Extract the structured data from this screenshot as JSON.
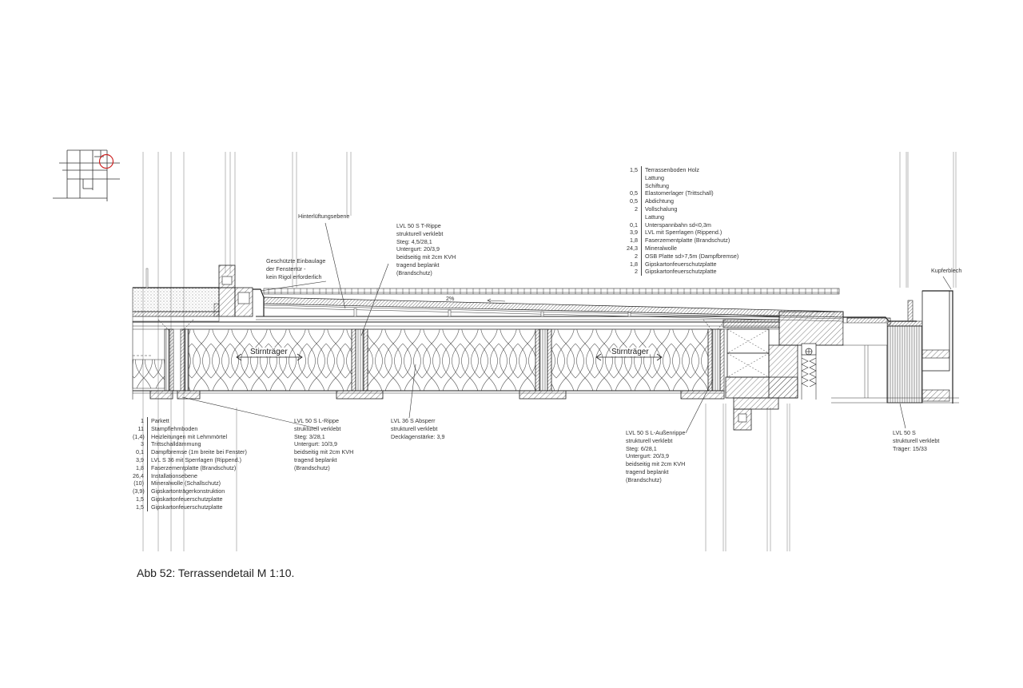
{
  "caption": "Abb 52: Terrassendetail M 1:10.",
  "slope_label": "2%",
  "beam_labels": [
    "Stirnträger",
    "Stirnträger"
  ],
  "interior_layers": [
    {
      "t": "1",
      "d": "Parkett"
    },
    {
      "t": "11",
      "d": "Stampflehmboden"
    },
    {
      "t": "(1,4)",
      "d": "Heizleitungen mit Lehmmörtel"
    },
    {
      "t": "3",
      "d": "Trittschalldämmung"
    },
    {
      "t": "0,1",
      "d": "Dampfbremse (1m breite bei Fenster)"
    },
    {
      "t": "3,9",
      "d": "LVL S 36 mit Sperrlagen (Rippend.)"
    },
    {
      "t": "1,8",
      "d": "Faserzementplatte (Brandschutz)"
    },
    {
      "t": "26,4",
      "d": "Installationsebene"
    },
    {
      "t": "(10)",
      "d": "Mineralwolle (Schallschutz)"
    },
    {
      "t": "(3,9)",
      "d": "Gipskartonträgerkonstruktion"
    },
    {
      "t": "1,5",
      "d": "Gipskartonfeuerschutzplatte"
    },
    {
      "t": "1,5",
      "d": "Gipskartonfeuerschutzplatte"
    }
  ],
  "terrace_layers": [
    {
      "t": "1,5",
      "d": "Terrassenboden Holz"
    },
    {
      "t": "",
      "d": "Lattung"
    },
    {
      "t": "",
      "d": "Schiftung"
    },
    {
      "t": "0,5",
      "d": "Elastomerlager (Trittschall)"
    },
    {
      "t": "0,5",
      "d": "Abdichtung"
    },
    {
      "t": "2",
      "d": "Vollschalung"
    },
    {
      "t": "",
      "d": "Lattung"
    },
    {
      "t": "0,1",
      "d": "Unterspannbahn sd<0,3m"
    },
    {
      "t": "3,9",
      "d": "LVL mit Sperrlagen (Rippend.)"
    },
    {
      "t": "1,8",
      "d": "Faserzementplatte (Brandschutz)"
    },
    {
      "t": "24,3",
      "d": "Mineralwolle"
    },
    {
      "t": "2",
      "d": "OSB Platte sd>7,5m (Dampfbremse)"
    },
    {
      "t": "1,8",
      "d": "Gipskartonfeuerschutzplatte"
    },
    {
      "t": "2",
      "d": "Gipskartonfeuerschutzplatte"
    }
  ],
  "annotations": {
    "hinterlueftung": [
      "Hinterlüftungsebene"
    ],
    "einbaulage": [
      "Geschützte Einbaulage",
      "der Fenstertür -",
      "kein Rigol erforderlich"
    ],
    "t_rippe": [
      "LVL 50 S T-Rippe",
      "strukturell verklebt",
      "Steg: 4,5/28,1",
      "Untergurt: 20/3,9",
      "beidseitig mit 2cm KVH",
      "tragend beplankt",
      "(Brandschutz)"
    ],
    "kupferblech": [
      "Kupferblech"
    ],
    "l_rippe": [
      "LVL 50 S L-Rippe",
      "strukturell verklebt",
      "Steg: 3/28,1",
      "Untergurt: 10/3,9",
      "beidseitig mit 2cm KVH",
      "tragend beplankt",
      "(Brandschutz)"
    ],
    "absperr": [
      "LVL 36 S Absperr",
      "strukturell verklebt",
      "Decklagenstärke: 3,9"
    ],
    "aussenrippe": [
      "LVL 50 S L-Außenrippe",
      "strukturell verklebt",
      "Steg: 6/28,1",
      "Untergurt: 20/3,9",
      "beidseitig mit 2cm KVH",
      "tragend beplankt",
      "(Brandschutz)"
    ],
    "traeger": [
      "LVL 50 S",
      "strukturell verklebt",
      "Träger: 15/33"
    ]
  },
  "colors": {
    "line": "#222222",
    "highlight_circle": "#cc2222",
    "paper": "#ffffff"
  }
}
